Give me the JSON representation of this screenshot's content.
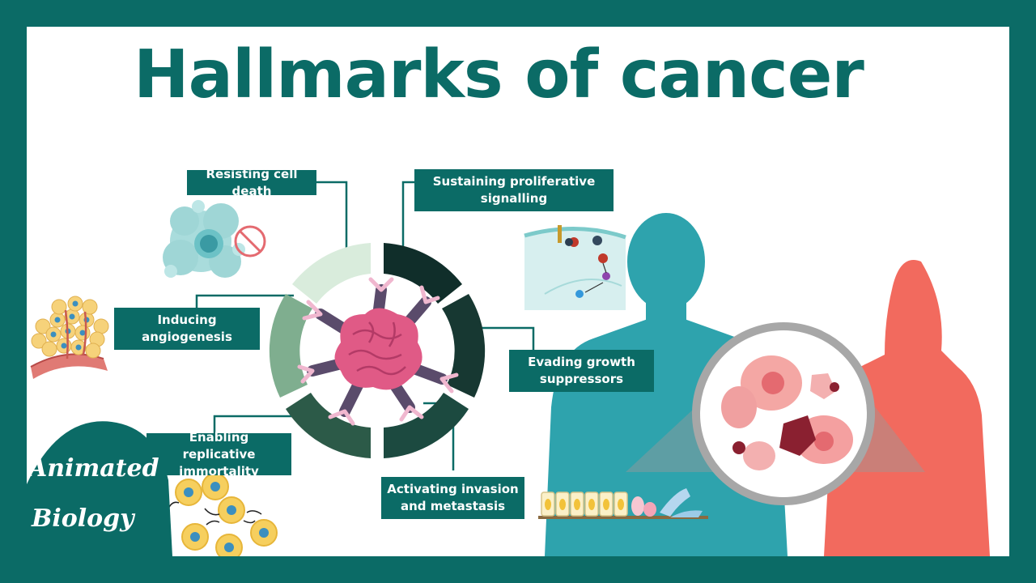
{
  "title": "Hallmarks of cancer",
  "hallmarks": [
    {
      "id": "resisting-cell-death",
      "label": "Resisting cell death"
    },
    {
      "id": "sustaining-proliferative-signalling",
      "label": "Sustaining proliferative\nsignalling"
    },
    {
      "id": "inducing-angiogenesis",
      "label": "Inducing\nangiogenesis"
    },
    {
      "id": "evading-growth-suppressors",
      "label": "Evading growth\nsuppressors"
    },
    {
      "id": "enabling-replicative-immortality",
      "label": "Enabling replicative\nimmortality"
    },
    {
      "id": "activating-invasion-and-metastasis",
      "label": "Activating invasion\nand metastasis"
    }
  ],
  "logo": {
    "line1": "Animated",
    "line2": "Biology"
  },
  "colors": {
    "frame": "#0b6b66",
    "label_bg": "#0b6b66",
    "male_silhouette": "#2ea3ad",
    "female_silhouette": "#f26a5e",
    "tumor_cell": "#e05a86",
    "ring_light": "#d9ecdc",
    "ring_mid": "#7fae8f",
    "ring_dark": "#133a33"
  },
  "icons": [
    "apoptotic-cells-icon",
    "no-entry-icon",
    "tumor-vessel-icon",
    "cell-membrane-signalling-icon",
    "dividing-cells-icon",
    "epithelium-invasion-icon",
    "magnifier-tumor-icon",
    "cancer-cell-icon"
  ]
}
